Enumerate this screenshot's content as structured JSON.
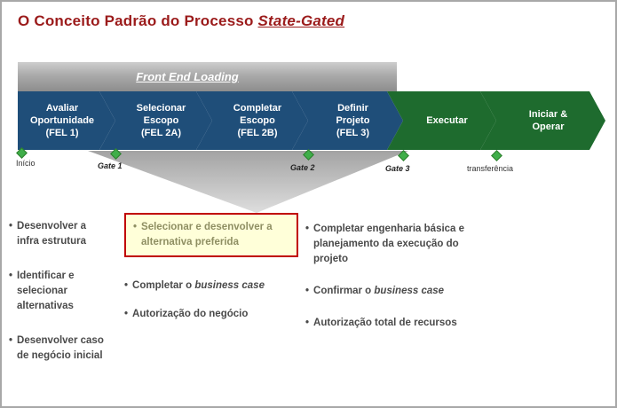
{
  "ui": {
    "bullet": "•"
  },
  "title": {
    "prefix": "O Conceito Padrão do Processo ",
    "emphasis": "State-Gated"
  },
  "banner": {
    "label": "Front End Loading"
  },
  "chevrons": [
    {
      "label": "Avaliar\nOportunidade\n(FEL 1)"
    },
    {
      "label": "Selecionar\nEscopo\n(FEL 2A)"
    },
    {
      "label": "Completar\nEscopo\n(FEL 2B)"
    },
    {
      "label": "Definir\nProjeto\n(FEL 3)"
    },
    {
      "label": "Executar"
    },
    {
      "label": "Iniciar &\nOperar"
    }
  ],
  "gates": [
    {
      "label": "Início"
    },
    {
      "label": "Gate 1"
    },
    {
      "label": "Gate 2"
    },
    {
      "label": "Gate 3"
    },
    {
      "label": "transferência"
    }
  ],
  "columns": {
    "fel1": {
      "items": [
        "Desenvolver a\ninfra estrutura",
        "Identificar e\nselecionar\nalternativas",
        "Desenvolver caso\nde negócio inicial"
      ]
    },
    "fel2": {
      "highlight": "Selecionar e desenvolver a\nalternativa preferida",
      "item_business": {
        "prefix": "Completar o ",
        "italic": "business case"
      },
      "item_auth": "Autorização do negócio"
    },
    "fel3": {
      "item1": "Completar engenharia básica e\nplanejamento da execução do\nprojeto",
      "item_business": {
        "prefix": "Confirmar o ",
        "italic": "business case"
      },
      "item_auth": "Autorização total de recursos"
    }
  },
  "colors": {
    "title": "#9b1b1b",
    "chevron_blue": "#1f4e79",
    "chevron_green": "#1e6b2e",
    "gate_diamond": "#3fae49",
    "highlight_border": "#c00000",
    "highlight_bg": "#ffffd9",
    "highlight_text": "#8f8f63",
    "bullet_text": "#4a4a4a"
  }
}
